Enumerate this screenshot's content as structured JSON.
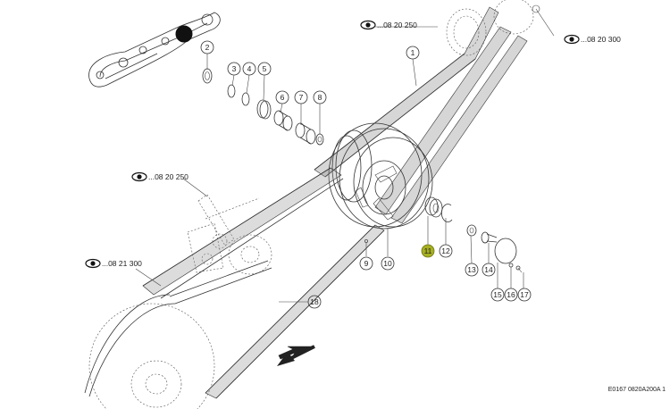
{
  "callouts": [
    {
      "id": "c1",
      "text": "1"
    },
    {
      "id": "c2",
      "text": "2"
    },
    {
      "id": "c3",
      "text": "3"
    },
    {
      "id": "c4",
      "text": "4"
    },
    {
      "id": "c5",
      "text": "5"
    },
    {
      "id": "c6",
      "text": "6"
    },
    {
      "id": "c7",
      "text": "7"
    },
    {
      "id": "c8",
      "text": "8"
    },
    {
      "id": "c9",
      "text": "9"
    },
    {
      "id": "c10",
      "text": "10"
    },
    {
      "id": "c11",
      "text": "11",
      "highlight": true
    },
    {
      "id": "c12",
      "text": "12"
    },
    {
      "id": "c13",
      "text": "13"
    },
    {
      "id": "c14",
      "text": "14"
    },
    {
      "id": "c15",
      "text": "15"
    },
    {
      "id": "c16",
      "text": "16"
    },
    {
      "id": "c17",
      "text": "17"
    },
    {
      "id": "c18",
      "text": "18"
    }
  ],
  "references": [
    {
      "id": "r1",
      "text": "...08 20 250"
    },
    {
      "id": "r2",
      "text": "...08 20 300"
    },
    {
      "id": "r3",
      "text": "...08 20 250"
    },
    {
      "id": "r4",
      "text": "...08 21 300"
    }
  ],
  "drawing_code": "E0167 0820A200A 1",
  "colors": {
    "highlight": "#a6b021",
    "belt": "#8a8a8a",
    "line": "#333333"
  },
  "icons": [
    "eye-icon",
    "arrow-icon",
    "belt-schematic-icon"
  ]
}
